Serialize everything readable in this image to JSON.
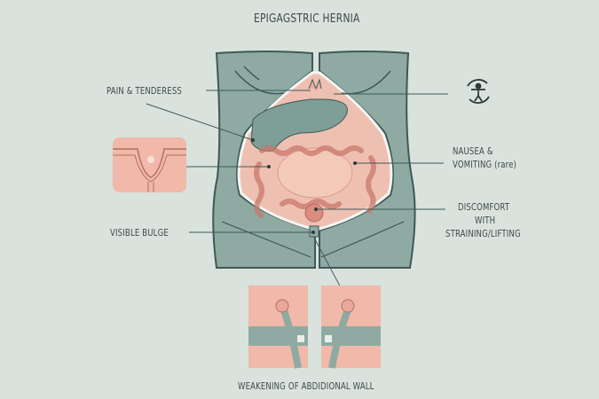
{
  "title": "EPIGAGSTRIC HERNIA",
  "labels": {
    "pain": "PAIN & TENDERESS",
    "nausea_1": "NAUSEA &",
    "nausea_2": "VOMITING (rare)",
    "discomfort_1": "DISCOMFORT",
    "discomfort_2": "WITH",
    "discomfort_3": "STRAINING/LIFTING",
    "bulge": "VISIBLE BULGE",
    "weakening": "WEAKENING OF ABDIDIONAL WALL"
  },
  "icons": {
    "activity": "no-exercise-icon"
  },
  "colors": {
    "background": "#d9e2dc",
    "wall": "#8faaa3",
    "wall_dark": "#3e5957",
    "organ_pink": "#e8a99a",
    "organ_light": "#f1c6b7",
    "text": "#3f4a4a"
  }
}
